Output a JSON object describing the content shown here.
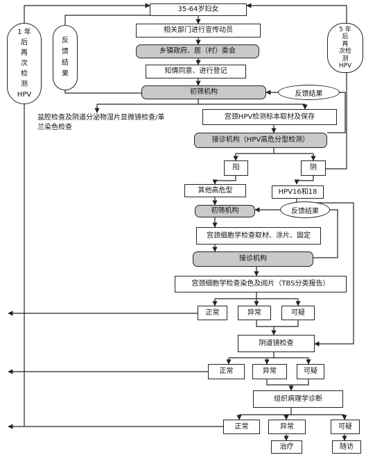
{
  "nodes": {
    "women_35_64": "35-64岁妇女",
    "publicity": "相关部门进行宣传动员",
    "township": "乡镇政府、居（村）委会",
    "consent": "知情同意、进行登记",
    "primary_screening_1": "初筛机构",
    "feedback_1": "反馈结果",
    "pelvic_exam": "盆腔检查及阴道分泌物湿片显微镜检查/革兰染色检查",
    "hpv_sampling": "宫颈HPV检测标本取材及保存",
    "referral_hpv_test": "接诊机构（HPV高危分型检测）",
    "positive": "阳",
    "negative": "阴",
    "other_high_risk": "其他高危型",
    "hpv16_18": "HPV16和18",
    "primary_screening_2": "初筛机构",
    "feedback_2": "反馈结果",
    "cytology_sampling": "宫颈细胞学检查取材、涂片、固定",
    "referral_2": "接诊机构",
    "cytology_staining": "宫颈细胞学检查染色及阅片（TBS分类报告）",
    "normal_1": "正常",
    "abnormal_1": "异常",
    "suspicious_1": "可疑",
    "colposcopy": "阴道镜检查",
    "normal_2": "正常",
    "abnormal_2": "异常",
    "suspicious_2": "可疑",
    "histopathology": "组织病理学诊断",
    "normal_3": "正常",
    "abnormal_3": "异常",
    "suspicious_3": "可疑",
    "treatment": "治疗",
    "follow_up": "随访"
  },
  "side_labels": {
    "one_year_recheck": [
      "1 年",
      "后",
      "再",
      "次",
      "检",
      "测",
      "HPV"
    ],
    "feedback_vertical": [
      "反",
      "馈",
      "结",
      "果"
    ],
    "five_year_recheck": [
      "5 年",
      "后",
      "再",
      "次检",
      "测",
      "HPV"
    ]
  }
}
